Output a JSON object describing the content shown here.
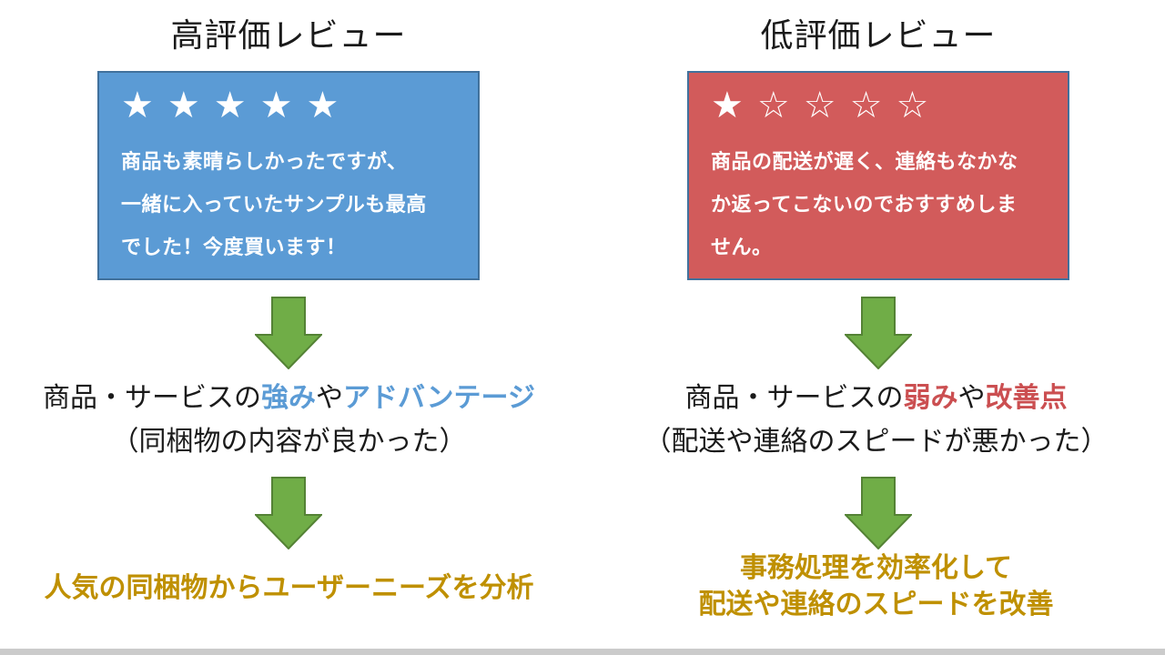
{
  "diagram": {
    "bottom_bar_color": "#CBCBCB",
    "arrow": {
      "fill": "#70AD47",
      "stroke": "#548235"
    },
    "accent": {
      "blue": "#5B9BD5",
      "red": "#CB4F51",
      "gold": "#BF9000",
      "box_border": "#41719C"
    },
    "left": {
      "title": "高評価レビュー",
      "box": {
        "bg": "#5B9BD5",
        "stars": "★★★★★",
        "review_lines": [
          "商品も素晴らしかったですが、",
          "一緒に入っていたサンプルも最高",
          "でした！今度買います！"
        ]
      },
      "analysis": {
        "prefix": "商品・サービスの",
        "highlight1": "強み",
        "connector": "や",
        "highlight2": "アドバンテージ",
        "note": "（同梱物の内容が良かった）"
      },
      "action": {
        "line1": "人気の同梱物からユーザーニーズを分析"
      }
    },
    "right": {
      "title": "低評価レビュー",
      "box": {
        "bg": "#D25B5B",
        "stars": "★☆☆☆☆",
        "review_lines": [
          "商品の配送が遅く、連絡もなかな",
          "か返ってこないのでおすすめしま",
          "せん。"
        ]
      },
      "analysis": {
        "prefix": "商品・サービスの",
        "highlight1": "弱み",
        "connector": "や",
        "highlight2": "改善点",
        "note": "（配送や連絡のスピードが悪かった）"
      },
      "action": {
        "line1": "事務処理を効率化して",
        "line2": "配送や連絡のスピードを改善"
      }
    }
  }
}
